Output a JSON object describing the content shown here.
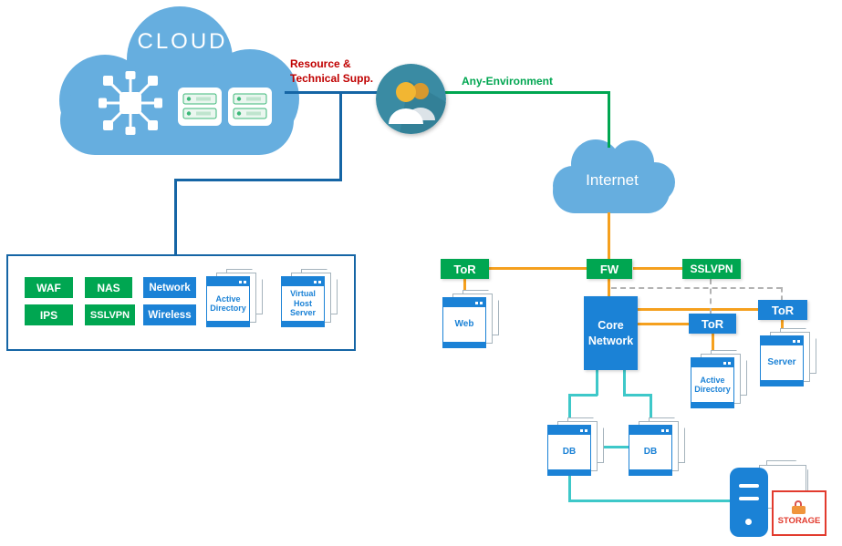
{
  "title": "Cloud network architecture diagram",
  "colors": {
    "cloud_blue": "#66AEDF",
    "line_blue": "#1565A5",
    "green": "#00A651",
    "node_blue": "#1B82D6",
    "orange": "#F5A01E",
    "teal": "#3EC8C9",
    "label_red": "#C00000",
    "dashed_gray": "#B3B3B3",
    "storage_red": "#E23B2E"
  },
  "clouds": {
    "main": "CLOUD",
    "internet": "Internet"
  },
  "annotations": {
    "support_line1": "Resource &",
    "support_line2": "Technical Supp.",
    "environment": "Any-Environment"
  },
  "panel": {
    "buttons": [
      {
        "label": "WAF",
        "style": "green"
      },
      {
        "label": "NAS",
        "style": "green"
      },
      {
        "label": "Network",
        "style": "blue"
      },
      {
        "label": "IPS",
        "style": "green"
      },
      {
        "label": "SSLVPN",
        "style": "green"
      },
      {
        "label": "Wireless",
        "style": "blue"
      }
    ],
    "servers": [
      {
        "label": "Active Directory"
      },
      {
        "label": "Virtual Host Server"
      }
    ]
  },
  "nodes": {
    "tor_left": "ToR",
    "fw": "FW",
    "sslvpn": "SSLVPN",
    "core": "Core Network",
    "tor_mid": "ToR",
    "tor_right": "ToR"
  },
  "servers": {
    "web": "Web",
    "active_directory": "Active Directory",
    "server": "Server",
    "db_left": "DB",
    "db_right": "DB",
    "storage": "STORAGE"
  }
}
